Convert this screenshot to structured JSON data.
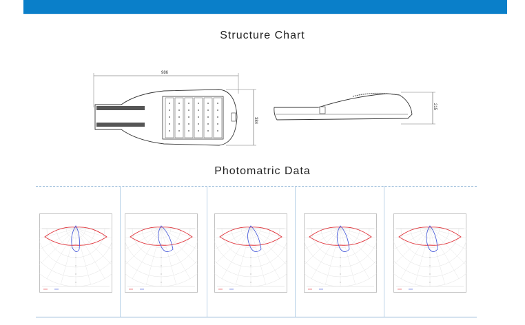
{
  "header": {
    "bar_color": "#0a7fc9"
  },
  "structure": {
    "title": "Structure Chart",
    "top_view": {
      "width_dim": "986",
      "height_dim": "384"
    },
    "side_view": {
      "height_dim": "215"
    }
  },
  "photometric": {
    "title": "Photomatric Data",
    "curve_colors": {
      "horizontal": "#e0333a",
      "vertical": "#3b4fd8"
    },
    "panels": [
      {
        "id": "p1"
      },
      {
        "id": "p2"
      },
      {
        "id": "p3"
      },
      {
        "id": "p4"
      },
      {
        "id": "p5"
      }
    ]
  }
}
